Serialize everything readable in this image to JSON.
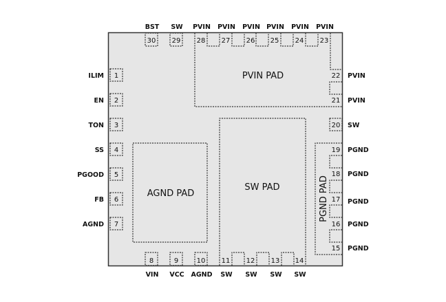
{
  "diagram": {
    "type": "IC pinout",
    "package_fill": "#e6e6e6",
    "pads": {
      "pvin": "PVIN PAD",
      "sw": "SW PAD",
      "agnd": "AGND PAD",
      "pgnd": "PGND PAD"
    },
    "left_pins": [
      {
        "num": "1",
        "name": "ILIM"
      },
      {
        "num": "2",
        "name": "EN"
      },
      {
        "num": "3",
        "name": "TON"
      },
      {
        "num": "4",
        "name": "SS"
      },
      {
        "num": "5",
        "name": "PGOOD"
      },
      {
        "num": "6",
        "name": "FB"
      },
      {
        "num": "7",
        "name": "AGND"
      }
    ],
    "bottom_pins": [
      {
        "num": "8",
        "name": "VIN"
      },
      {
        "num": "9",
        "name": "VCC"
      },
      {
        "num": "10",
        "name": "AGND"
      },
      {
        "num": "11",
        "name": "SW"
      },
      {
        "num": "12",
        "name": "SW"
      },
      {
        "num": "13",
        "name": "SW"
      },
      {
        "num": "14",
        "name": "SW"
      }
    ],
    "right_pins": [
      {
        "num": "15",
        "name": "PGND"
      },
      {
        "num": "16",
        "name": "PGND"
      },
      {
        "num": "17",
        "name": "PGND"
      },
      {
        "num": "18",
        "name": "PGND"
      },
      {
        "num": "19",
        "name": "PGND"
      },
      {
        "num": "20",
        "name": "SW"
      },
      {
        "num": "21",
        "name": "PVIN"
      },
      {
        "num": "22",
        "name": "PVIN"
      }
    ],
    "top_pins": [
      {
        "num": "23",
        "name": "PVIN"
      },
      {
        "num": "24",
        "name": "PVIN"
      },
      {
        "num": "25",
        "name": "PVIN"
      },
      {
        "num": "26",
        "name": "PVIN"
      },
      {
        "num": "27",
        "name": "PVIN"
      },
      {
        "num": "28",
        "name": "PVIN"
      },
      {
        "num": "29",
        "name": "SW"
      },
      {
        "num": "30",
        "name": "BST"
      }
    ]
  }
}
